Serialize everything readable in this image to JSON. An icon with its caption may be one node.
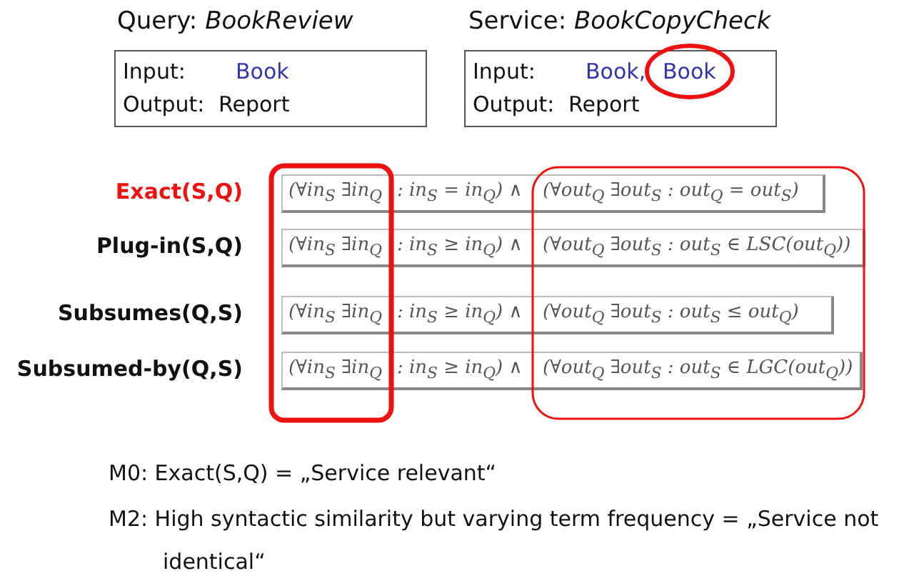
{
  "diagram": {
    "nodes": [
      {
        "text": [
          "Query: *BookReview*",
          "Input:",
          "Book",
          "Output:",
          "Report"
        ]
      },
      {
        "text": [
          "Service: *BookCopyCheck*",
          "Input:",
          "Book,",
          "Book",
          "Output:",
          "Report"
        ]
      },
      {
        "text": [
          "(∀in$_{S}$ ∃in$_{Q}$",
          ": in$_{S}$ = in$_{Q}$) ∧",
          "(∀out$_{Q}$ ∃out$_{S}$ : out$_{Q}$ = out$_{S}$)"
        ],
        "beside": [
          "Exact(S,Q)"
        ]
      },
      {
        "text": [
          "(∀in$_{S}$ ∃in$_{Q}$",
          ": in$_{S}$ ≥ in$_{Q}$) ∧",
          "(∀out$_{Q}$ ∃out$_{S}$ : out$_{S}$ ∈ LSC(out$_{Q}$))"
        ],
        "beside": [
          "Plug-in(S,Q)"
        ]
      },
      {
        "text": [
          "(∀in$_{S}$ ∃in$_{Q}$",
          ": in$_{S}$ ≥ in$_{Q}$) ∧",
          "(∀out$_{Q}$ ∃out$_{S}$ : out$_{S}$ ≤ out$_{Q}$)"
        ],
        "beside": [
          "Subsumes(Q,S)"
        ]
      },
      {
        "text": [
          "(∀in$_{S}$ ∃in$_{Q}$",
          ": in$_{S}$ ≥ in$_{Q}$) ∧",
          "(∀out$_{Q}$ ∃out$_{S}$ : out$_{S}$ ∈ LGC(out$_{Q}$))"
        ],
        "beside": [
          "Subsumed-by(Q,S)"
        ]
      }
    ],
    "edges": [],
    "labels": [
      "M0: Exact(S,Q) = „Service relevant“",
      "M2: High syntactic similarity but varying term frequency = „Service not identical“"
    ]
  }
}
